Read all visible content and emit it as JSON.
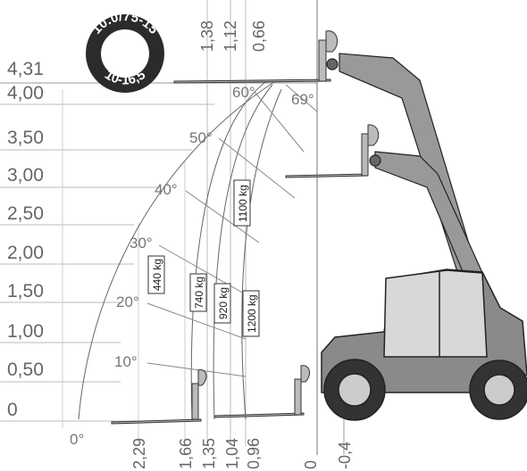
{
  "tyre": {
    "top_size": "10.0/75-15",
    "bottom_size": "10-16,5"
  },
  "height_labels": [
    "4,31",
    "4,00",
    "3,50",
    "3,00",
    "2,50",
    "2,00",
    "1,50",
    "1,00",
    "0,50",
    "0"
  ],
  "reach_labels_bottom": [
    "2,29",
    "1,66",
    "1,35",
    "1,04",
    "0,96",
    "0",
    "-0,4"
  ],
  "reach_labels_top": [
    "1,38",
    "1,12",
    "0,66"
  ],
  "angle_labels": [
    "0°",
    "10°",
    "20°",
    "30°",
    "40°",
    "50°",
    "60°",
    "69°"
  ],
  "load_labels": [
    "440 kg",
    "740 kg",
    "920 kg",
    "1100 kg",
    "1200 kg"
  ]
}
